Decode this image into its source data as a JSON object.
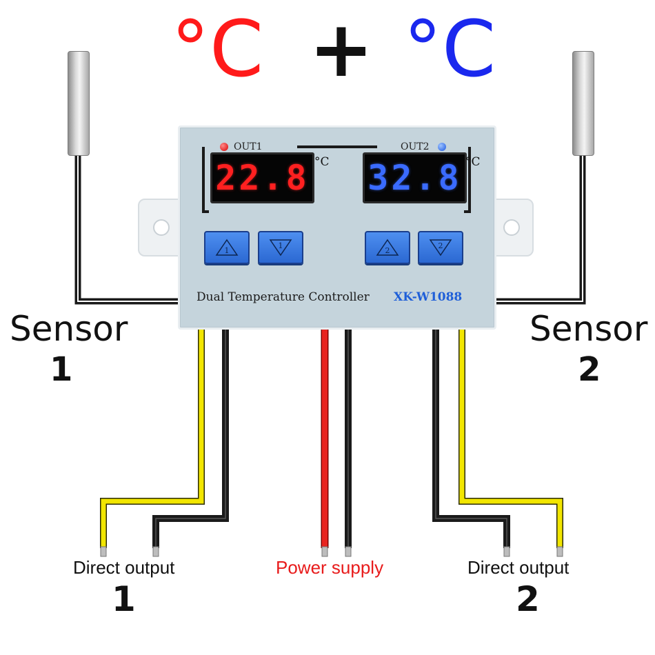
{
  "headline": {
    "left": "°C",
    "middle": "+",
    "right": "°C",
    "left_color": "#ff1a1a",
    "right_color": "#1a28ee"
  },
  "controller": {
    "out1_label": "OUT1",
    "out2_label": "OUT2",
    "display1_value": "22.8",
    "display2_value": "32.8",
    "unit": "°C",
    "button_labels": [
      "1",
      "1",
      "2",
      "2"
    ],
    "model_name": "Dual Temperature Controller",
    "model_code": "XK-W1088"
  },
  "sensors": [
    {
      "word": "Sensor",
      "number": "1"
    },
    {
      "word": "Sensor",
      "number": "2"
    }
  ],
  "outputs": {
    "left": {
      "label": "Direct output",
      "number": "1"
    },
    "center": {
      "label": "Power supply"
    },
    "right": {
      "label": "Direct output",
      "number": "2"
    }
  },
  "colors": {
    "display_red": "#ff2020",
    "display_blue": "#3a6bff",
    "wire_yellow": "#f2e600",
    "wire_red": "#e8231f",
    "wire_black": "#1a1a1a"
  },
  "icons": [
    "led-red-icon",
    "led-blue-icon",
    "up-arrow-icon",
    "down-arrow-icon",
    "temperature-probe-icon"
  ]
}
